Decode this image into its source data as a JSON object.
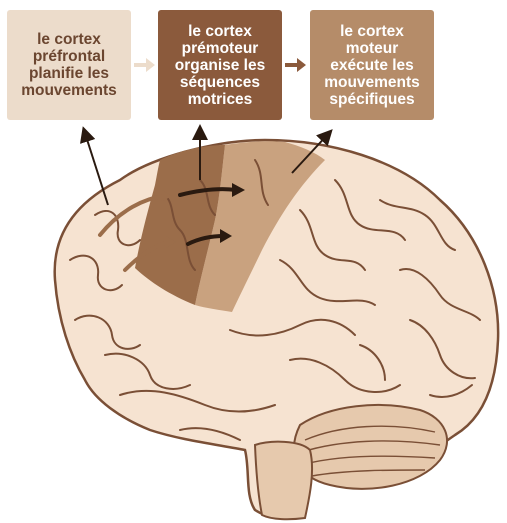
{
  "boxes": {
    "prefrontal": "le cortex\npréfrontal\nplanifie les\nmouvements",
    "premotor": "le cortex\nprémoteur\norganise les\nséquences\nmotrices",
    "motor": "le cortex\nmoteur\nexécute les\nmouvements\nspécifiques"
  },
  "colors": {
    "prefrontal_box": "#ecdccb",
    "premotor_box": "#8b5a3c",
    "motor_box": "#b58c69",
    "brain_light": "#f6e3d1",
    "premotor_region": "#9b6d4a",
    "motor_region": "#c49a76",
    "outline": "#7a4f36",
    "arrow": "#2a1a10"
  }
}
